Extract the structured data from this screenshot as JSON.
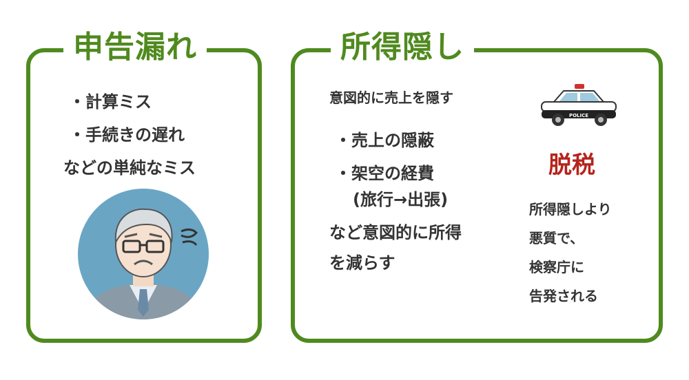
{
  "left": {
    "title": "申告漏れ",
    "items": [
      "・計算ミス",
      "・手続きの遅れ"
    ],
    "summary": "などの単純なミス"
  },
  "right": {
    "title": "所得隠し",
    "intro": "意図的に売上を隠す",
    "items": [
      "・売上の隠蔽",
      "・架空の経費"
    ],
    "sub_item": "(旅行→出張)",
    "summary_line1": "など意図的に所得",
    "summary_line2": "を減らす",
    "police_label": "POLICE",
    "tax_evasion_title": "脱税",
    "tax_evasion_lines": [
      "所得隠しより",
      "悪質で、",
      "検察庁に",
      "告発される"
    ]
  },
  "colors": {
    "accent_green": "#4f8a1e",
    "alert_red": "#b5241c",
    "avatar_bg": "#6aa6c4"
  },
  "icons": [
    "worried-man-avatar",
    "police-car-icon"
  ]
}
